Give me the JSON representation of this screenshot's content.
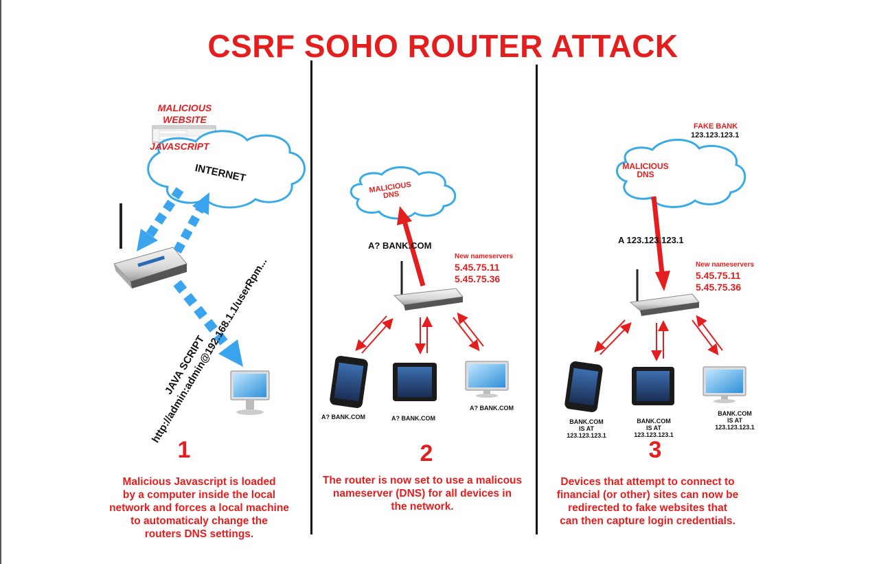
{
  "title": "CSRF SOHO ROUTER ATTACK",
  "colors": {
    "accent_red": "#e41e1e",
    "arrow_blue": "#3aa5ee",
    "cloud_outline": "#38aae6"
  },
  "panel1": {
    "malicious_website_line1": "MALICIOUS",
    "malicious_website_line2": "WEBSITE",
    "javascript_label": "JAVASCRIPT",
    "internet_label": "INTERNET",
    "rotated_line1": "JAVA SCRIPT",
    "rotated_line2": "http://admin:admin@192.168.1.1/userRpm...",
    "number": "1",
    "description": [
      "Malicious Javascript is loaded",
      "by a computer inside the local",
      "network and forces a local machine",
      "to automaticaly change the",
      "routers DNS settings."
    ]
  },
  "panel2": {
    "dns_line1": "MALICIOUS",
    "dns_line2": "DNS",
    "query": "A? BANK.COM",
    "new_ns_label": "New nameservers",
    "ns1": "5.45.75.11",
    "ns2": "5.45.75.36",
    "device_labels": [
      "A? BANK.COM",
      "A? BANK.COM",
      "A? BANK.COM"
    ],
    "number": "2",
    "description": [
      "The router is now set to use a malicous",
      "nameserver (DNS) for all devices in",
      "the network."
    ]
  },
  "panel3": {
    "fake_bank_label": "FAKE BANK",
    "fake_bank_ip": "123.123.123.1",
    "dns_line1": "MALICIOUS",
    "dns_line2": "DNS",
    "answer": "A 123.123.123.1",
    "new_ns_label": "New nameservers",
    "ns1": "5.45.75.11",
    "ns2": "5.45.75.36",
    "device_labels": [
      [
        "BANK.COM",
        "IS AT",
        "123.123.123.1"
      ],
      [
        "BANK.COM",
        "IS AT",
        "123.123.123.1"
      ],
      [
        "BANK.COM",
        "IS AT",
        "123.123.123.1"
      ]
    ],
    "number": "3",
    "description": [
      "Devices that attempt to connect to",
      "financial (or other) sites can now be",
      "redirected to fake websites that",
      "can then capture login credentials."
    ]
  }
}
